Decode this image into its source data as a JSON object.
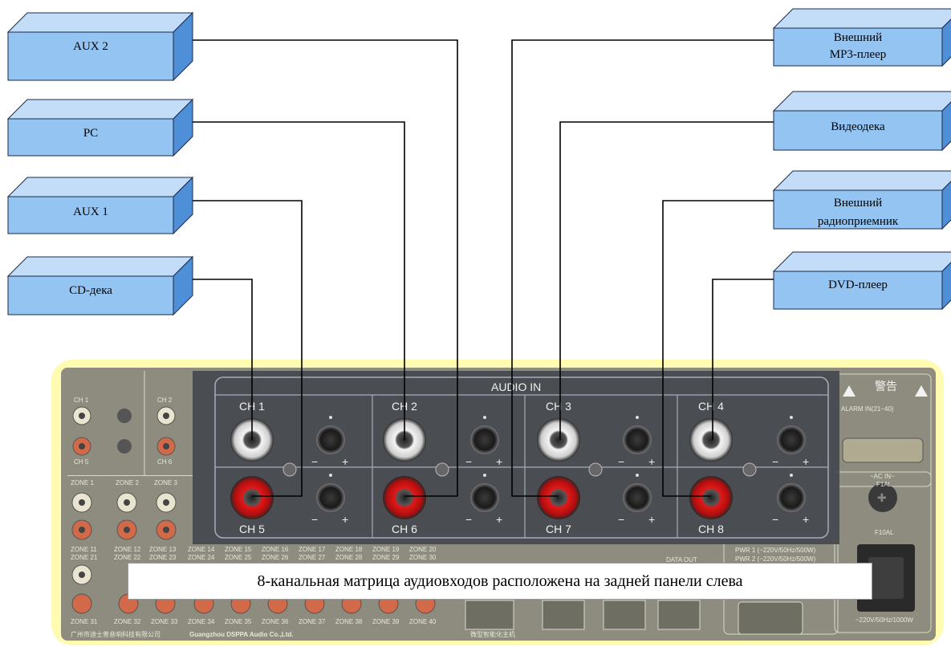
{
  "devices_left": [
    {
      "id": "aux2",
      "label": "AUX 2"
    },
    {
      "id": "pc",
      "label": "PC"
    },
    {
      "id": "aux1",
      "label": "AUX 1"
    },
    {
      "id": "cd",
      "label": "CD-дека"
    }
  ],
  "devices_right": [
    {
      "id": "mp3",
      "lines": [
        "Внешний",
        "MP3-плеер"
      ]
    },
    {
      "id": "video",
      "lines": [
        "Видеодека"
      ]
    },
    {
      "id": "radio",
      "lines": [
        "Внешний",
        "радиоприемник"
      ]
    },
    {
      "id": "dvd",
      "lines": [
        "DVD-плеер"
      ]
    }
  ],
  "panel": {
    "audio_in_title": "AUDIO IN",
    "channels_top": [
      "CH 1",
      "CH 2",
      "CH 3",
      "CH 4"
    ],
    "channels_bottom": [
      "CH 5",
      "CH 6",
      "CH 7",
      "CH 8"
    ],
    "bg_channels": [
      "CH 1",
      "CH 2",
      "CH 5",
      "CH 6"
    ],
    "zones_row1": [
      "ZONE 1",
      "ZONE 2",
      "ZONE 3"
    ],
    "zones_row3": [
      "ZONE 13",
      "ZONE 14",
      "ZONE 15",
      "ZONE 16",
      "ZONE 17",
      "ZONE 18",
      "ZONE 19",
      "ZONE 20"
    ],
    "zones_row3b": [
      "ZONE 21",
      "ZONE 22",
      "ZONE 23",
      "ZONE 24",
      "ZONE 25",
      "ZONE 26",
      "ZONE 27",
      "ZONE 28",
      "ZONE 29",
      "ZONE 30"
    ],
    "zones_row4": [
      "ZONE 31",
      "ZONE 32",
      "ZONE 33",
      "ZONE 34",
      "ZONE 35",
      "ZONE 36",
      "ZONE 37",
      "ZONE 38",
      "ZONE 39",
      "ZONE 40"
    ],
    "zone11": "ZONE 11",
    "zone12": "ZONE 12",
    "warning": "警告",
    "alarm": "ALARM IN(21~40)",
    "ac_in": "~AC IN~",
    "f1al": "F1AL",
    "f10al": "F10AL",
    "pwr1": "PWR 1 (~220V/50Hz/500W)",
    "pwr2": "PWR 2 (~220V/50Hz/500W)",
    "pwr_main": "~220V/50Hz/1000W",
    "data_out": "DATA OUT",
    "maker_cn": "广州市迪士普音响科技有限公司",
    "maker_en": "Guangzhou DSPPA Audio Co.,Ltd.",
    "model_cn": "微型智能化主机"
  },
  "caption": "8-канальная матрица аудиовходов расположена на задней панели слева",
  "colors": {
    "box_front": "#93c4f2",
    "box_side": "#4f8fd8",
    "box_top": "#c3ddf8",
    "panel_bg": "#8d8c7e",
    "inset_bg": "#4a4d52",
    "glow": "#fffbb0"
  }
}
